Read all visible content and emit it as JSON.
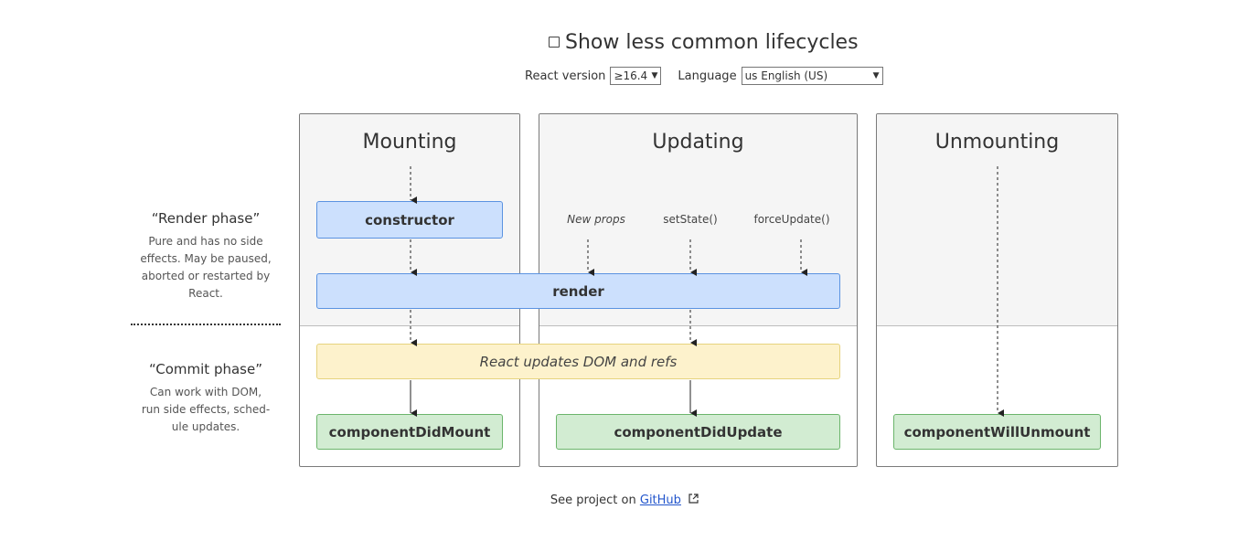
{
  "header": {
    "checkbox_label": "Show less common lifecycles",
    "version_label": "React version",
    "version_value": "≥16.4",
    "language_label": "Language",
    "language_value": "us English (US)"
  },
  "sidebar": {
    "render_phase_title": "“Render phase”",
    "render_phase_desc": [
      "Pure and has no side",
      "effects. May be paused,",
      "aborted or restarted by",
      "React."
    ],
    "commit_phase_title": "“Commit phase”",
    "commit_phase_desc": [
      "Can work with DOM,",
      "run side effects, sched-",
      "ule updates."
    ]
  },
  "columns": {
    "mounting": "Mounting",
    "updating": "Updating",
    "unmounting": "Unmounting"
  },
  "triggers": {
    "new_props": "New props",
    "set_state": "setState()",
    "force_update": "forceUpdate()"
  },
  "boxes": {
    "constructor": "constructor",
    "render": "render",
    "dom_update": "React updates DOM and refs",
    "did_mount": "componentDidMount",
    "did_update": "componentDidUpdate",
    "will_unmount": "componentWillUnmount"
  },
  "footer": {
    "text": "See project on",
    "link": "GitHub"
  },
  "colors": {
    "blue_fill": "#cce0fd",
    "blue_border": "#5b93e1",
    "yellow_fill": "#fdf2cc",
    "green_fill": "#d2ecd2",
    "green_border": "#6bb56b",
    "column_top_bg": "#f5f5f5"
  }
}
